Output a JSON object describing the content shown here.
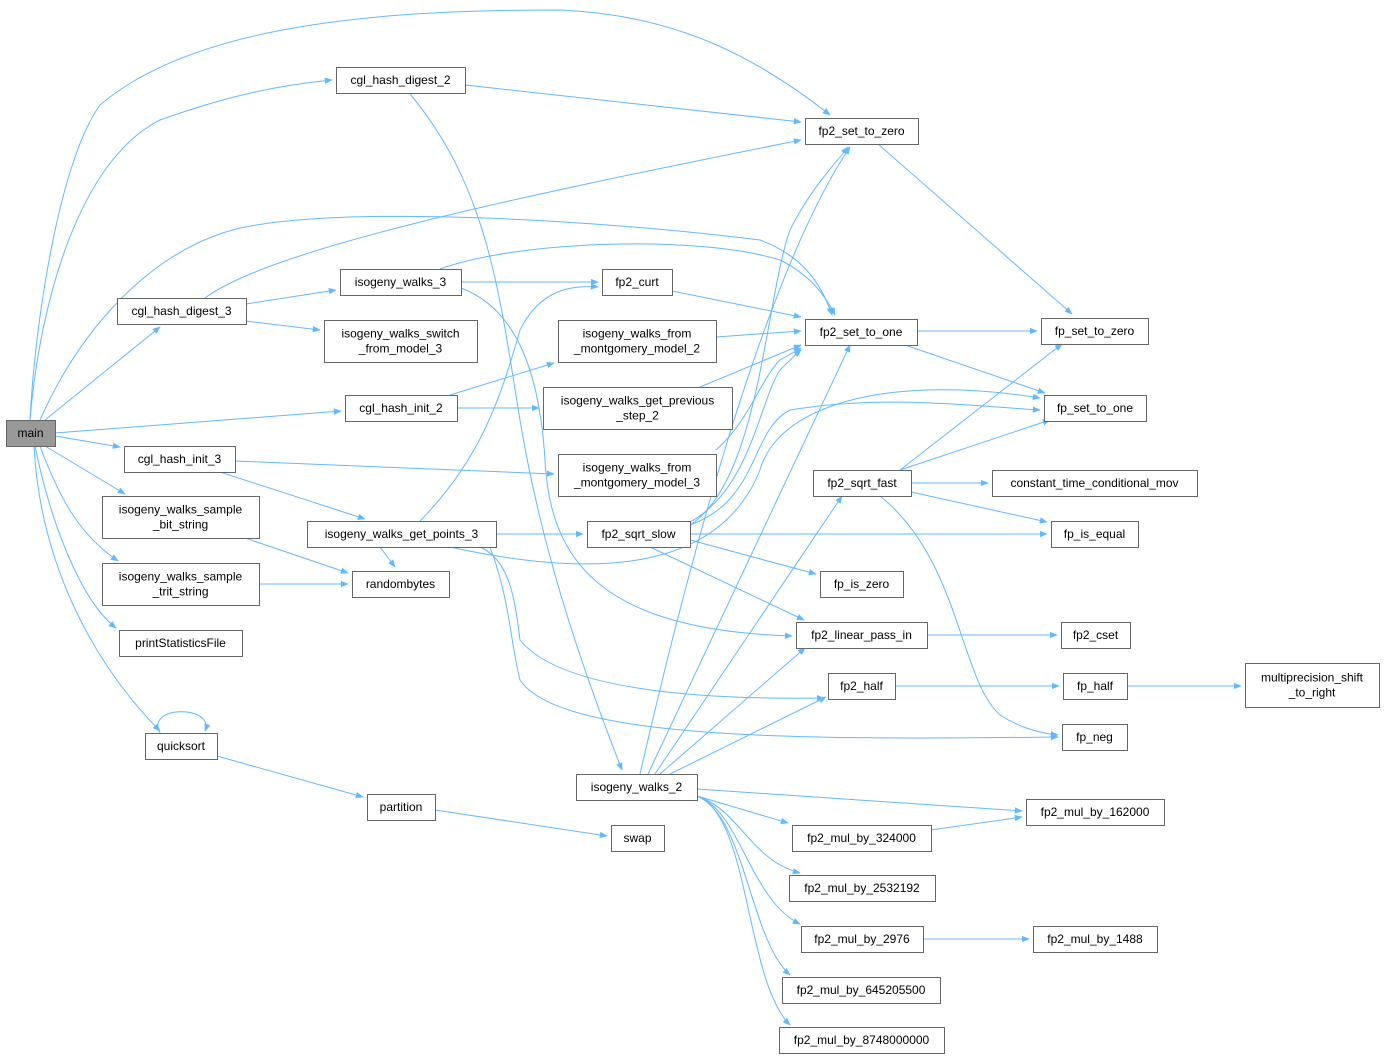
{
  "graph": {
    "edge_color": "#63b8ff",
    "node_fill": "#ffffff",
    "root_fill": "#999999",
    "nodes": [
      {
        "id": "main",
        "lines": [
          "main"
        ],
        "root": true
      },
      {
        "id": "cgl_hash_digest_2",
        "lines": [
          "cgl_hash_digest_2"
        ]
      },
      {
        "id": "cgl_hash_digest_3",
        "lines": [
          "cgl_hash_digest_3"
        ]
      },
      {
        "id": "cgl_hash_init_2",
        "lines": [
          "cgl_hash_init_2"
        ]
      },
      {
        "id": "cgl_hash_init_3",
        "lines": [
          "cgl_hash_init_3"
        ]
      },
      {
        "id": "isogeny_walks_sample_bit_string",
        "lines": [
          "isogeny_walks_sample",
          "_bit_string"
        ]
      },
      {
        "id": "isogeny_walks_sample_trit_string",
        "lines": [
          "isogeny_walks_sample",
          "_trit_string"
        ]
      },
      {
        "id": "printStatisticsFile",
        "lines": [
          "printStatisticsFile"
        ]
      },
      {
        "id": "quicksort",
        "lines": [
          "quicksort"
        ]
      },
      {
        "id": "isogeny_walks_3",
        "lines": [
          "isogeny_walks_3"
        ]
      },
      {
        "id": "isogeny_walks_switch_from_model_3",
        "lines": [
          "isogeny_walks_switch",
          "_from_model_3"
        ]
      },
      {
        "id": "isogeny_walks_get_points_3",
        "lines": [
          "isogeny_walks_get_points_3"
        ]
      },
      {
        "id": "randombytes",
        "lines": [
          "randombytes"
        ]
      },
      {
        "id": "partition",
        "lines": [
          "partition"
        ]
      },
      {
        "id": "fp2_curt",
        "lines": [
          "fp2_curt"
        ]
      },
      {
        "id": "isogeny_walks_from_montgomery_model_2",
        "lines": [
          "isogeny_walks_from",
          "_montgomery_model_2"
        ]
      },
      {
        "id": "isogeny_walks_get_previous_step_2",
        "lines": [
          "isogeny_walks_get_previous",
          "_step_2"
        ]
      },
      {
        "id": "isogeny_walks_from_montgomery_model_3",
        "lines": [
          "isogeny_walks_from",
          "_montgomery_model_3"
        ]
      },
      {
        "id": "fp2_sqrt_slow",
        "lines": [
          "fp2_sqrt_slow"
        ]
      },
      {
        "id": "isogeny_walks_2",
        "lines": [
          "isogeny_walks_2"
        ]
      },
      {
        "id": "swap",
        "lines": [
          "swap"
        ]
      },
      {
        "id": "fp2_set_to_zero",
        "lines": [
          "fp2_set_to_zero"
        ]
      },
      {
        "id": "fp2_set_to_one",
        "lines": [
          "fp2_set_to_one"
        ]
      },
      {
        "id": "fp2_sqrt_fast",
        "lines": [
          "fp2_sqrt_fast"
        ]
      },
      {
        "id": "fp_is_zero",
        "lines": [
          "fp_is_zero"
        ]
      },
      {
        "id": "fp2_linear_pass_in",
        "lines": [
          "fp2_linear_pass_in"
        ]
      },
      {
        "id": "fp2_half",
        "lines": [
          "fp2_half"
        ]
      },
      {
        "id": "fp2_mul_by_324000",
        "lines": [
          "fp2_mul_by_324000"
        ]
      },
      {
        "id": "fp2_mul_by_2532192",
        "lines": [
          "fp2_mul_by_2532192"
        ]
      },
      {
        "id": "fp2_mul_by_2976",
        "lines": [
          "fp2_mul_by_2976"
        ]
      },
      {
        "id": "fp2_mul_by_645205500",
        "lines": [
          "fp2_mul_by_645205500"
        ]
      },
      {
        "id": "fp2_mul_by_8748000000",
        "lines": [
          "fp2_mul_by_8748000000"
        ]
      },
      {
        "id": "fp_set_to_zero",
        "lines": [
          "fp_set_to_zero"
        ]
      },
      {
        "id": "fp_set_to_one",
        "lines": [
          "fp_set_to_one"
        ]
      },
      {
        "id": "constant_time_conditional_mov",
        "lines": [
          "constant_time_conditional_mov"
        ]
      },
      {
        "id": "fp_is_equal",
        "lines": [
          "fp_is_equal"
        ]
      },
      {
        "id": "fp2_cset",
        "lines": [
          "fp2_cset"
        ]
      },
      {
        "id": "fp_half",
        "lines": [
          "fp_half"
        ]
      },
      {
        "id": "fp_neg",
        "lines": [
          "fp_neg"
        ]
      },
      {
        "id": "fp2_mul_by_162000",
        "lines": [
          "fp2_mul_by_162000"
        ]
      },
      {
        "id": "fp2_mul_by_1488",
        "lines": [
          "fp2_mul_by_1488"
        ]
      },
      {
        "id": "multiprecision_shift_to_right",
        "lines": [
          "multiprecision_shift",
          "_to_right"
        ]
      }
    ]
  }
}
